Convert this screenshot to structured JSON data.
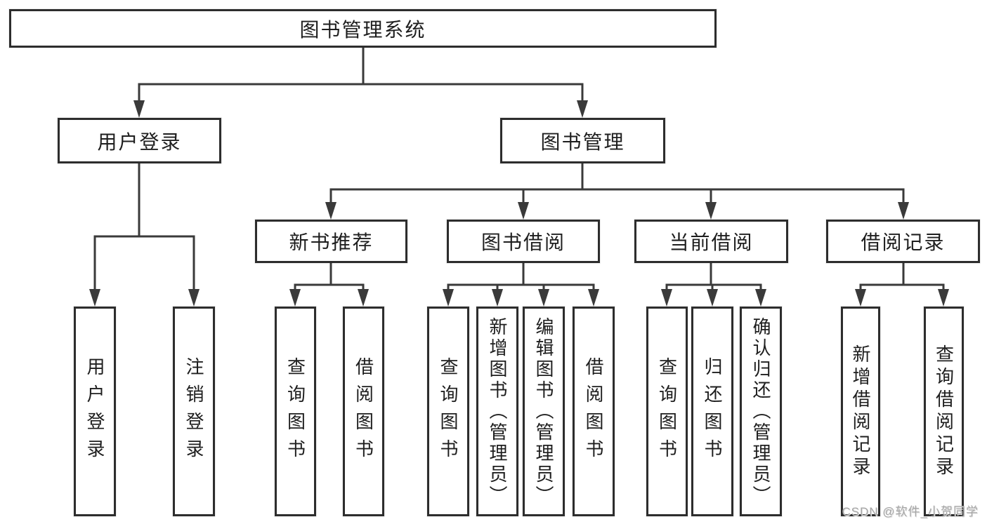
{
  "diagram": {
    "title_node": {
      "label": "图书管理系统"
    },
    "level2": [
      {
        "label": "用户登录"
      },
      {
        "label": "图书管理"
      }
    ],
    "level3": [
      {
        "label": "新书推荐"
      },
      {
        "label": "图书借阅"
      },
      {
        "label": "当前借阅"
      },
      {
        "label": "借阅记录"
      }
    ],
    "leaves": [
      {
        "label": "用户登录"
      },
      {
        "label": "注销登录"
      },
      {
        "label": "查询图书"
      },
      {
        "label": "借阅图书"
      },
      {
        "label": "查询图书"
      },
      {
        "label": "新增图书（管理员）"
      },
      {
        "label": "编辑图书（管理员）"
      },
      {
        "label": "借阅图书"
      },
      {
        "label": "查询图书"
      },
      {
        "label": "归还图书"
      },
      {
        "label": "确认归还（管理员）"
      },
      {
        "label": "新增借阅记录"
      },
      {
        "label": "查询借阅记录"
      }
    ]
  },
  "watermark": {
    "text": "CSDN @软件_小贺同学"
  },
  "colors": {
    "line": "#3a3a3a",
    "border": "#2d2d2d",
    "text": "#1e1e1e",
    "watermark": "#a6a6a6",
    "background": "#ffffff"
  }
}
